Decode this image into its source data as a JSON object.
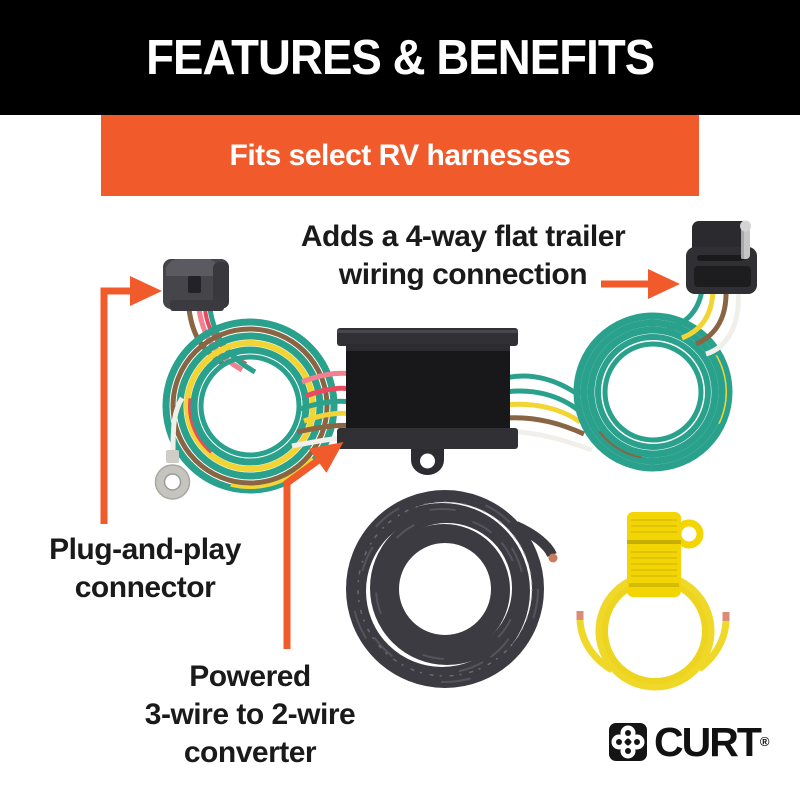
{
  "header": {
    "title": "FEATURES & BENEFITS"
  },
  "banner": {
    "label": "Fits select RV harnesses"
  },
  "callouts": {
    "four_way_connection": {
      "line1": "Adds a 4-way flat trailer",
      "line2": "wiring connection"
    },
    "plug_and_play": {
      "line1": "Plug-and-play",
      "line2": "connector"
    },
    "converter": {
      "line1": "Powered",
      "line2": "3-wire to 2-wire",
      "line3": "converter"
    }
  },
  "brand": {
    "name": "CURT",
    "registered_mark": "®"
  },
  "colors": {
    "accent_orange": "#F15B2B",
    "header_bg": "#000000",
    "wire_green": "#2AA18C",
    "wire_yellow": "#F2D435",
    "wire_brown": "#8A6544",
    "wire_red": "#E84A5F",
    "wire_pink": "#F2808F",
    "wire_white": "#F1EFE9",
    "power_cable_gray": "#3B3B41",
    "fuse_yellow": "#F3D504"
  },
  "illustration_parts": [
    "plug-and-play-connector",
    "left-bonded-wire-coil",
    "ground-ring-terminal",
    "3-wire-to-2-wire-converter-box",
    "right-bonded-wire-coil",
    "4-way-flat-connector",
    "power-wire-coil",
    "inline-fuse-holder"
  ]
}
